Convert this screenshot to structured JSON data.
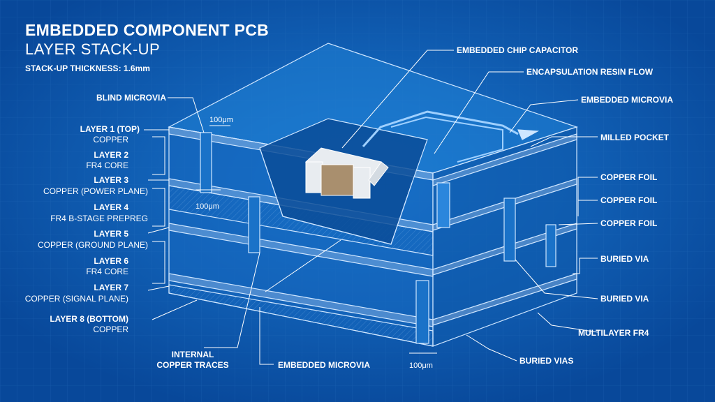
{
  "header": {
    "title": "EMBEDDED COMPONENT PCB",
    "subtitle": "LAYER STACK-UP",
    "thickness": "STACK-UP THICKNESS: 1.6mm"
  },
  "left_labels": {
    "blind_microvia": "BLIND MICROVIA",
    "layer1_name": "LAYER 1 (TOP)",
    "layer1_sub": "COPPER",
    "layer2_name": "LAYER 2",
    "layer2_sub": "FR4 CORE",
    "layer3_name": "LAYER 3",
    "layer3_sub": "COPPER (POWER PLANE)",
    "layer4_name": "LAYER 4",
    "layer4_sub": "FR4 B-STAGE PREPREG",
    "layer5_name": "LAYER 5",
    "layer5_sub": "COPPER (GROUND PLANE)",
    "layer6_name": "LAYER 6",
    "layer6_sub": "FR4 CORE",
    "layer7_name": "LAYER 7",
    "layer7_sub": "COPPER (SIGNAL PLANE)",
    "layer8_name": "LAYER 8 (BOTTOM)",
    "layer8_sub": "COPPER"
  },
  "right_labels": {
    "embedded_chip_capacitor": "EMBEDDED CHIP CAPACITOR",
    "encapsulation_resin_flow": "ENCAPSULATION RESIN FLOW",
    "embedded_microvia": "EMBEDDED MICROVIA",
    "milled_pocket": "MILLED POCKET",
    "copper_foil_1": "COPPER FOIL",
    "copper_foil_2": "COPPER FOIL",
    "copper_foil_3": "COPPER FOIL",
    "buried_via_1": "BURIED VIA",
    "buried_via_2": "BURIED VIA",
    "multilayer_fr4": "MULTILAYER FR4"
  },
  "bottom_labels": {
    "internal_traces_1": "INTERNAL",
    "internal_traces_2": "COPPER TRACES",
    "embedded_microvia_bottom": "EMBEDDED MICROVIA",
    "buried_vias": "BURIED VIAS"
  },
  "dimensions": {
    "dim_top": "100μm",
    "dim_mid": "100μm",
    "dim_bottom": "100μm"
  },
  "colors": {
    "background": "#0a58a8",
    "line": "#bfe0ff",
    "capacitor_body": "#a98f6e",
    "capacitor_end": "#e8ecf0"
  }
}
